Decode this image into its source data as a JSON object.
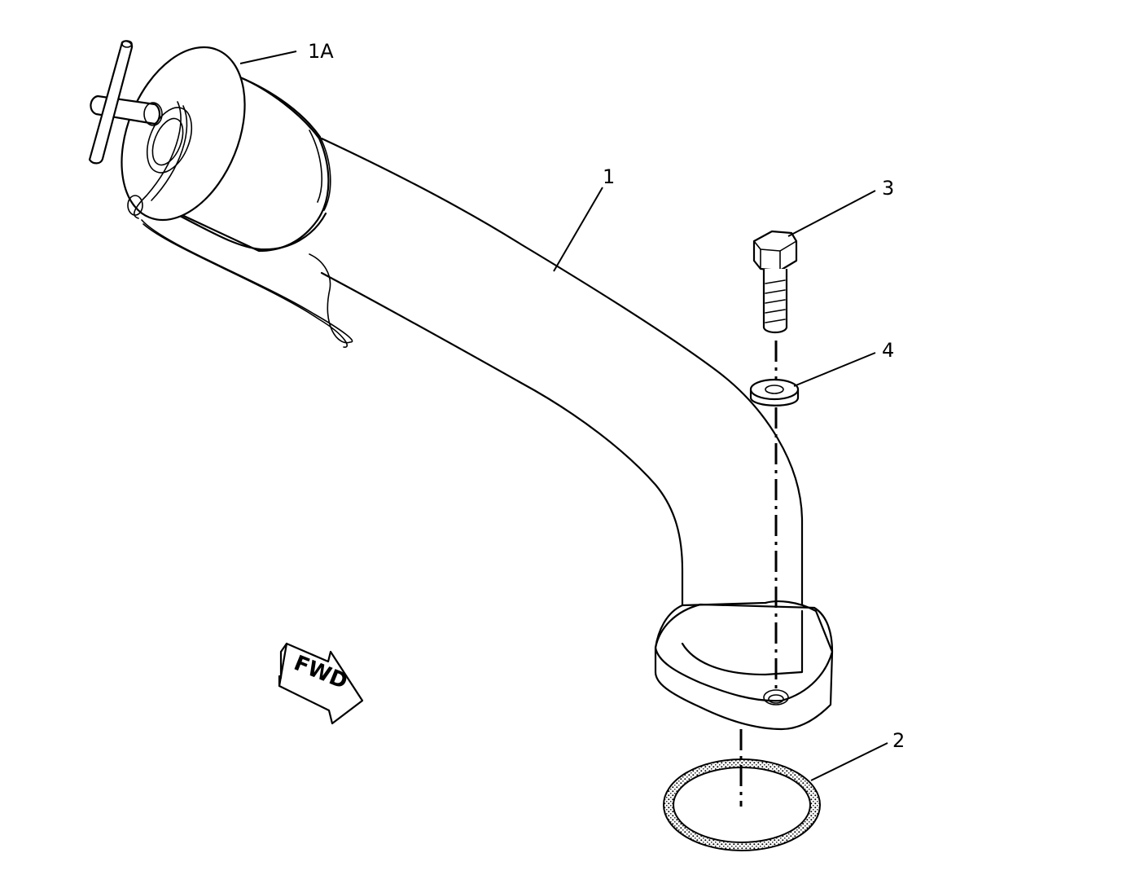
{
  "callouts": {
    "part_1a": "1A",
    "part_1": "1",
    "part_2": "2",
    "part_3": "3",
    "part_4": "4"
  },
  "direction_arrow": {
    "label": "FWD"
  },
  "colors": {
    "line": "#000000",
    "background": "#ffffff"
  }
}
